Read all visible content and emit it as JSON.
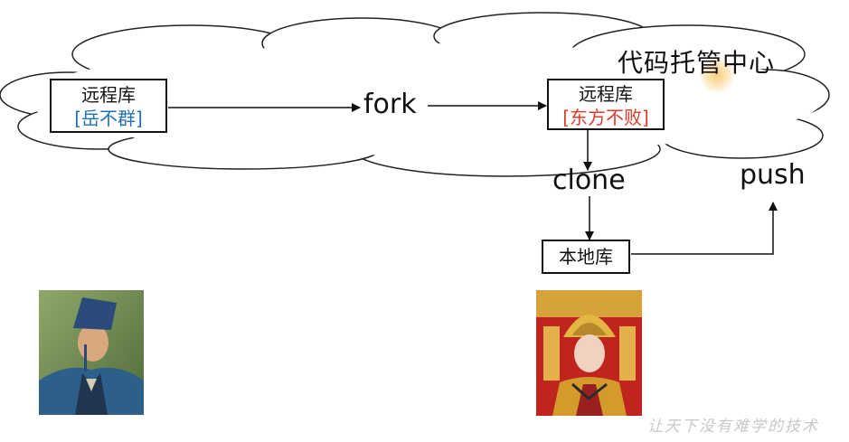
{
  "title": "代码托管中心",
  "left_repo": {
    "name": "远程库",
    "owner": "[岳不群]"
  },
  "right_repo": {
    "name": "远程库",
    "owner": "[东方不败]"
  },
  "local_repo": {
    "name": "本地库"
  },
  "ops": {
    "fork": "fork",
    "clone": "clone",
    "push": "push"
  },
  "watermark": "让天下没有难学的技术",
  "colors": {
    "left_owner": "#1f6fb5",
    "right_owner": "#e03a2a"
  }
}
